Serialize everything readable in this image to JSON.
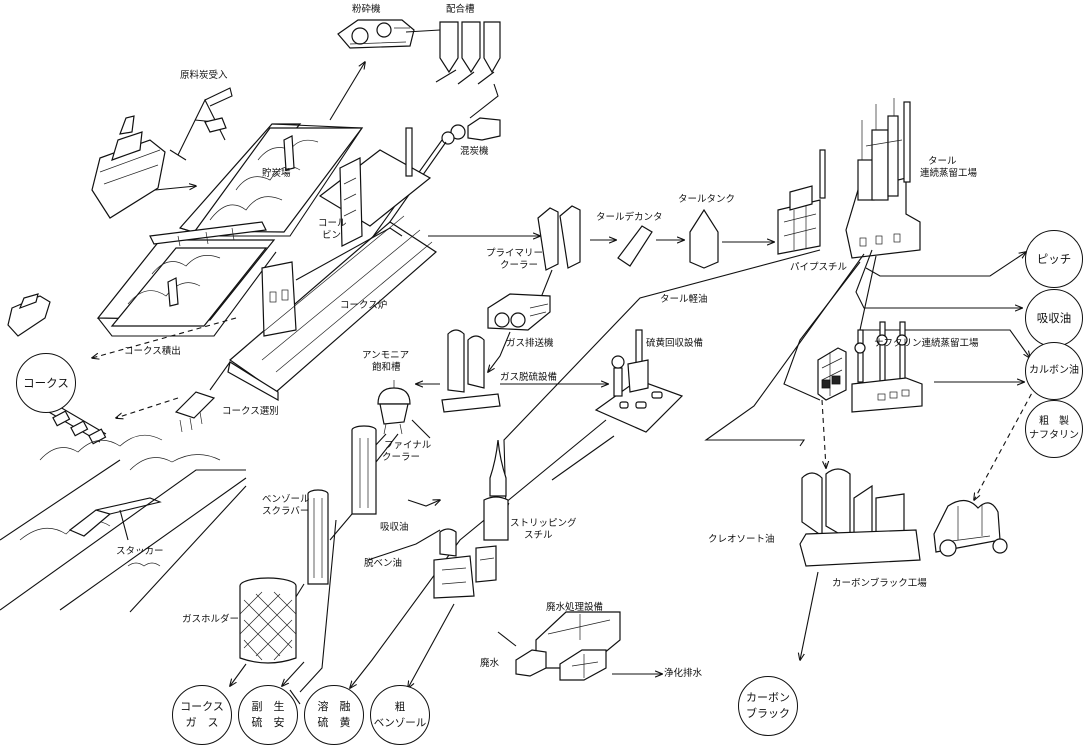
{
  "labels": {
    "pulverizer": "粉砕機",
    "blending_tank": "配合槽",
    "coal_receiving": "原料炭受入",
    "coal_yard": "貯炭場",
    "mixer": "混炭機",
    "coal_bin_1": "コール",
    "coal_bin_2": "ビン",
    "coke_oven": "コークス炉",
    "coke_discharge": "コークス積出",
    "coke_screening": "コークス選別",
    "stacker": "スタッカー",
    "primary_cooler_1": "プライマリー",
    "primary_cooler_2": "クーラー",
    "tar_decanter": "タールデカンタ",
    "tar_tank": "タールタンク",
    "pipe_still": "パイプスチル",
    "tar_plant_1": "タール",
    "tar_plant_2": "連続蒸留工場",
    "light_tar_oil": "タール軽油",
    "gas_exhauster": "ガス排送機",
    "ammonia_1": "アンモニア",
    "ammonia_2": "飽和槽",
    "gas_desulf": "ガス脱硫設備",
    "sulfur_recovery": "硫黄回収設備",
    "final_cooler_1": "ファイナル",
    "final_cooler_2": "クーラー",
    "benzol_scrubber_1": "ベンゾール",
    "benzol_scrubber_2": "スクラバー",
    "absorption_oil": "吸収油",
    "debenzolized_oil": "脱ベン油",
    "stripping_1": "ストリッピング",
    "stripping_2": "スチル",
    "gas_holder": "ガスホルダー",
    "naphthalene_plant": "ナフタリン連続蒸留工場",
    "creosote_oil": "クレオソート油",
    "carbon_black_plant": "カーボンブラック工場",
    "wastewater_plant": "廃水処理設備",
    "wastewater": "廃水",
    "purified_discharge": "浄化排水"
  },
  "products": {
    "coke": "コークス",
    "pitch": "ピッチ",
    "absorption_oil": "吸収油",
    "carbon_oil": "カルボン油",
    "crude_naphthalene_1": "粗　製",
    "crude_naphthalene_2": "ナフタリン",
    "coke_gas_1": "コークス",
    "coke_gas_2": "ガ　ス",
    "ammonium_sulfate_1": "副　生",
    "ammonium_sulfate_2": "硫　安",
    "molten_sulfur_1": "溶　融",
    "molten_sulfur_2": "硫　黄",
    "crude_benzol_1": "粗",
    "crude_benzol_2": "ベンゾール",
    "carbon_black_1": "カーボン",
    "carbon_black_2": "ブラック"
  }
}
